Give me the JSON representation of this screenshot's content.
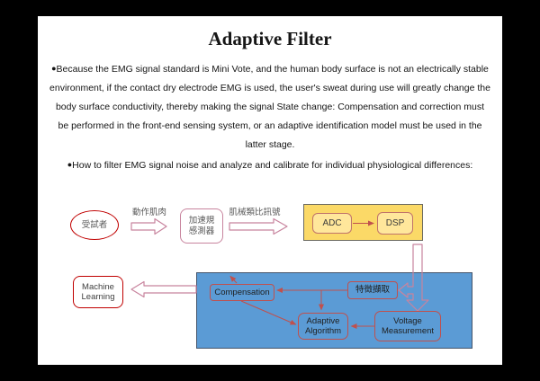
{
  "slide": {
    "title": "Adaptive Filter",
    "bullet_glyph": "●",
    "bullets": [
      "Because the EMG signal standard is Mini Vote, and the human body surface is not an electrically stable environment, if the contact dry electrode EMG is used, the user's sweat during use will greatly change the body surface conductivity, thereby making the signal State change: Compensation and correction must be performed in the front-end sensing system, or an adaptive identification model must be used in the latter stage.",
      "How to filter EMG signal noise and analyze and calibrate for individual physiological differences:"
    ]
  },
  "diagram": {
    "flow": {
      "subject": "受試者",
      "muscle_label": "動作肌肉",
      "sensor_lines": [
        "加速規",
        "感測器"
      ],
      "analog_label": "肌械類比訊號"
    },
    "converter": {
      "adc": "ADC",
      "dsp": "DSP"
    },
    "processing": {
      "compensation": "Compensation",
      "feature_extraction": "特徵擷取",
      "adaptive_lines": [
        "Adaptive",
        "Algorithm"
      ],
      "voltage_lines": [
        "Voltage",
        "Measurement"
      ]
    },
    "ml_lines": [
      "Machine",
      "Learning"
    ]
  },
  "colors": {
    "frame_bg": "#000000",
    "slide_bg": "#ffffff",
    "red": "#c00000",
    "rose": "#c8849e",
    "crimson": "#c0504d",
    "yellow_fill": "#fbd967",
    "yellow_inner_fill": "#ffe79b",
    "yellow_border": "#6b6a60",
    "inner_box_border": "#c0736a",
    "blue_fill": "#5b9bd5",
    "blue_border": "#44546a",
    "label_gray": "#595959",
    "text_dark": "#1f1f1f"
  }
}
